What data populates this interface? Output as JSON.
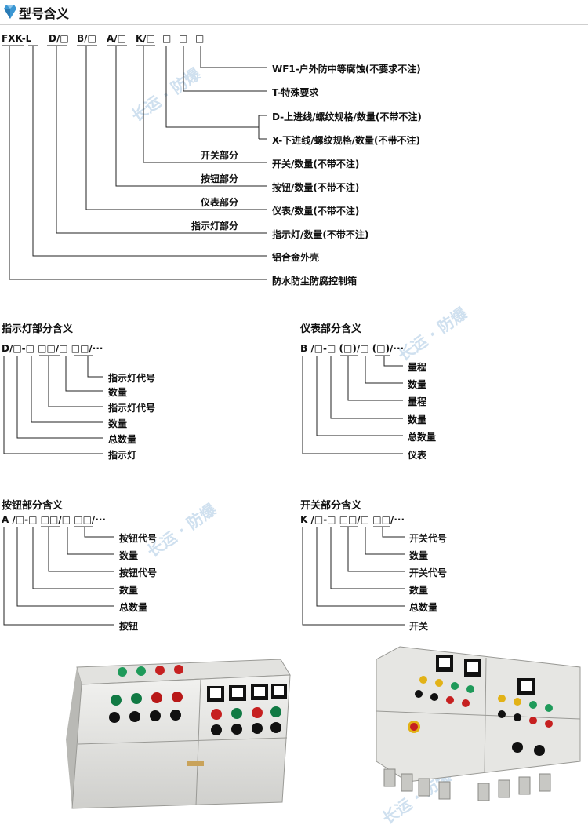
{
  "header": {
    "title": "型号含义",
    "icon": "gem-icon",
    "accent": "#3b97d3"
  },
  "watermark": "长运 · 防爆",
  "model": {
    "codes": [
      "FXK-L",
      "D/□",
      "B/□",
      "A/□",
      "K/□",
      "□",
      "□",
      "□"
    ],
    "labels": [
      "WF1-户外防中等腐蚀(不要求不注)",
      "T-特殊要求",
      "D-上进线/螺纹规格/数量(不带不注)",
      "X-下进线/螺纹规格/数量(不带不注)",
      "开关/数量(不带不注)",
      "按钮/数量(不带不注)",
      "仪表/数量(不带不注)",
      "指示灯/数量(不带不注)",
      "铝合金外壳",
      "防水防尘防腐控制箱"
    ],
    "part_names": [
      "开关部分",
      "按钮部分",
      "仪表部分",
      "指示灯部分"
    ]
  },
  "lamp": {
    "title": "指示灯部分含义",
    "code": "D/□-□ □□/□ □□/···",
    "labels": [
      "指示灯代号",
      "数量",
      "指示灯代号",
      "数量",
      "总数量",
      "指示灯"
    ]
  },
  "meter": {
    "title": "仪表部分含义",
    "code": "B /□-□ (□)/□ (□)/···",
    "labels": [
      "量程",
      "数量",
      "量程",
      "数量",
      "总数量",
      "仪表"
    ]
  },
  "button": {
    "title": "按钮部分含义",
    "code": "A /□-□ □□/□ □□/···",
    "labels": [
      "按钮代号",
      "数量",
      "按钮代号",
      "数量",
      "总数量",
      "按钮"
    ]
  },
  "switch": {
    "title": "开关部分含义",
    "code": "K /□-□ □□/□ □□/···",
    "labels": [
      "开关代号",
      "数量",
      "开关代号",
      "数量",
      "总数量",
      "开关"
    ]
  }
}
